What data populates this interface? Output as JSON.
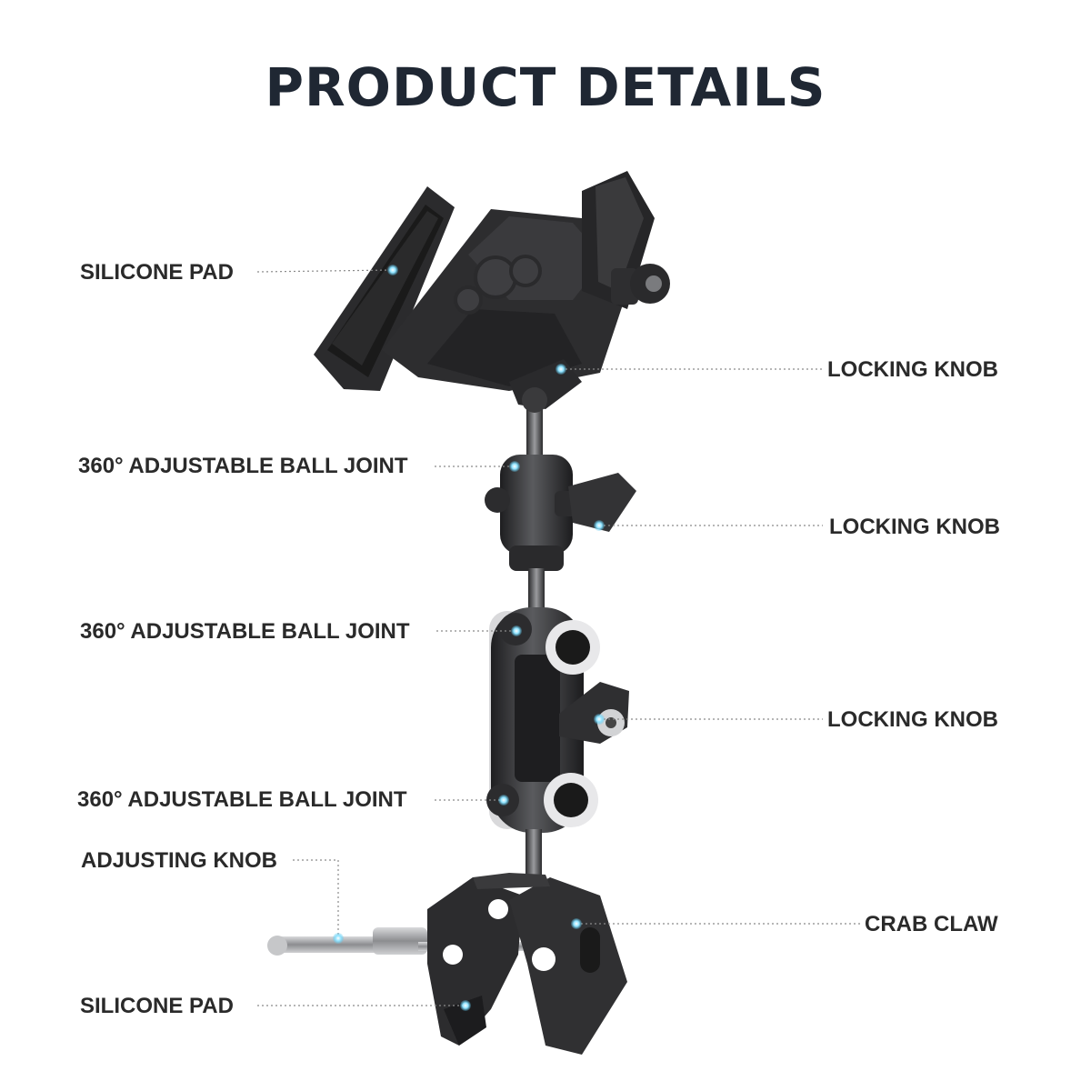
{
  "title": "PRODUCT DETAILS",
  "callouts": {
    "silicone_pad_top": "SILICONE PAD",
    "locking_knob_1": "LOCKING KNOB",
    "ball_joint_1": "360° ADJUSTABLE BALL JOINT",
    "locking_knob_2": "LOCKING KNOB",
    "ball_joint_2": "360° ADJUSTABLE BALL JOINT",
    "locking_knob_3": "LOCKING KNOB",
    "ball_joint_3": "360° ADJUSTABLE BALL JOINT",
    "adjusting_knob": "ADJUSTING KNOB",
    "crab_claw": "CRAB CLAW",
    "silicone_pad_bottom": "SILICONE PAD"
  },
  "colors": {
    "title": "#1f2733",
    "label": "#2a2a2a",
    "leader": "#8a8a8a",
    "marker": "#6fd3f5",
    "metal_dark": "#2b2b2d"
  }
}
